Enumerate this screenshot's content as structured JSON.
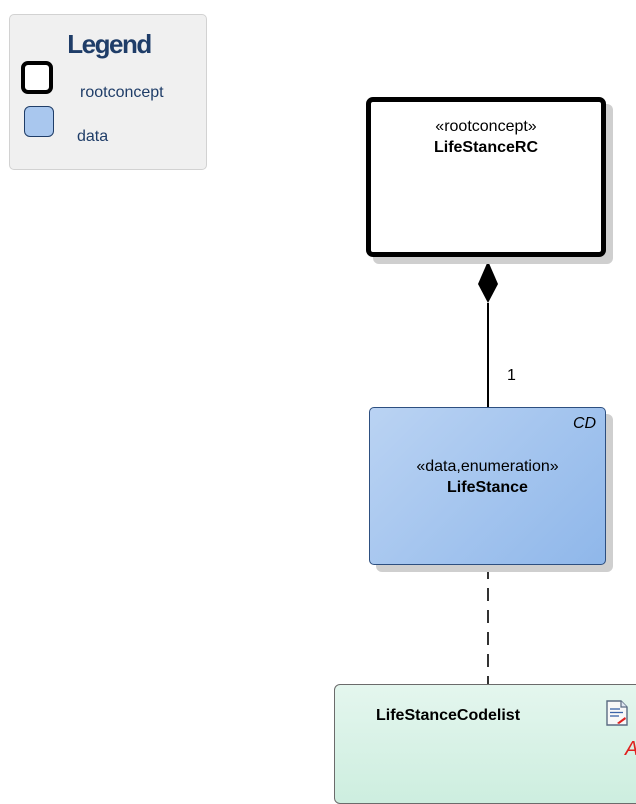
{
  "legend": {
    "title": "Legend",
    "items": [
      {
        "label": "rootconcept"
      },
      {
        "label": "data"
      }
    ]
  },
  "root_class": {
    "stereotype": "«rootconcept»",
    "name": "LifeStanceRC"
  },
  "association": {
    "multiplicity": "1"
  },
  "data_class": {
    "tag": "CD",
    "stereotype": "«data,enumeration»",
    "name": "LifeStance"
  },
  "codelist_class": {
    "name": "LifeStanceCodelist",
    "tag": "A",
    "icon": "document-icon"
  },
  "colors": {
    "legend_text": "#1f3d68",
    "data_fill": "#a9c7ee",
    "codelist_fill": "#d6f1e4",
    "accent_red": "#e0201e"
  }
}
